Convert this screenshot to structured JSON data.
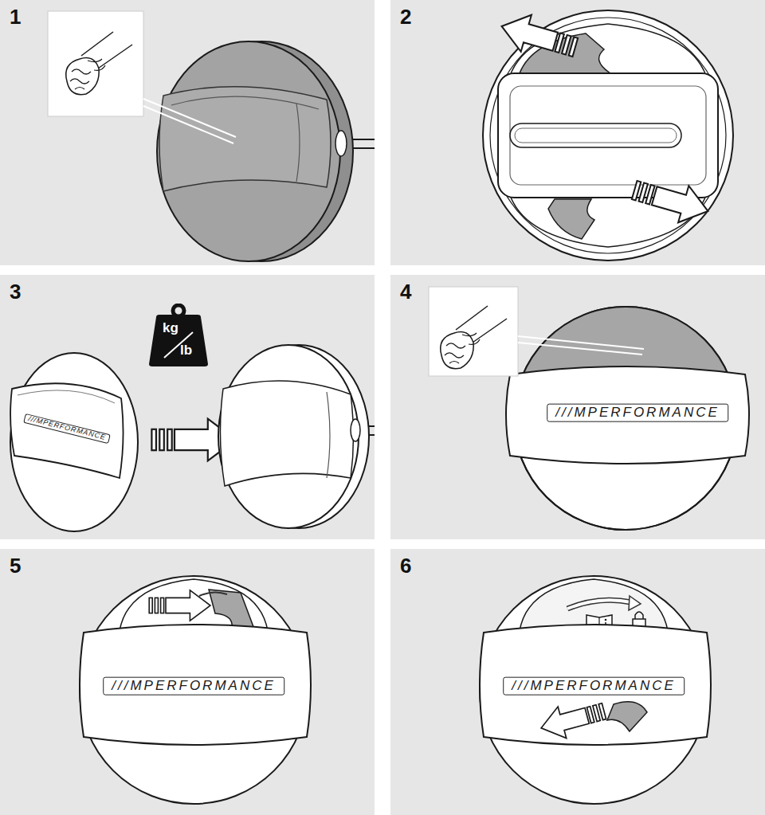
{
  "diagram": {
    "nodes": [
      {
        "text": [
          "1"
        ]
      },
      {
        "text": [
          "2"
        ]
      },
      {
        "text": [
          "3"
        ]
      },
      {
        "text": [
          "kg",
          "lb"
        ],
        "in": 2
      },
      {
        "text": [
          "4"
        ]
      },
      {
        "text": [
          "5"
        ]
      },
      {
        "text": [
          "6"
        ]
      }
    ],
    "labels": [
      "///MPERFORMANCE",
      "///MPERFORMANCE",
      "///MPERFORMANCE",
      "///MPERFORMANCE"
    ]
  }
}
